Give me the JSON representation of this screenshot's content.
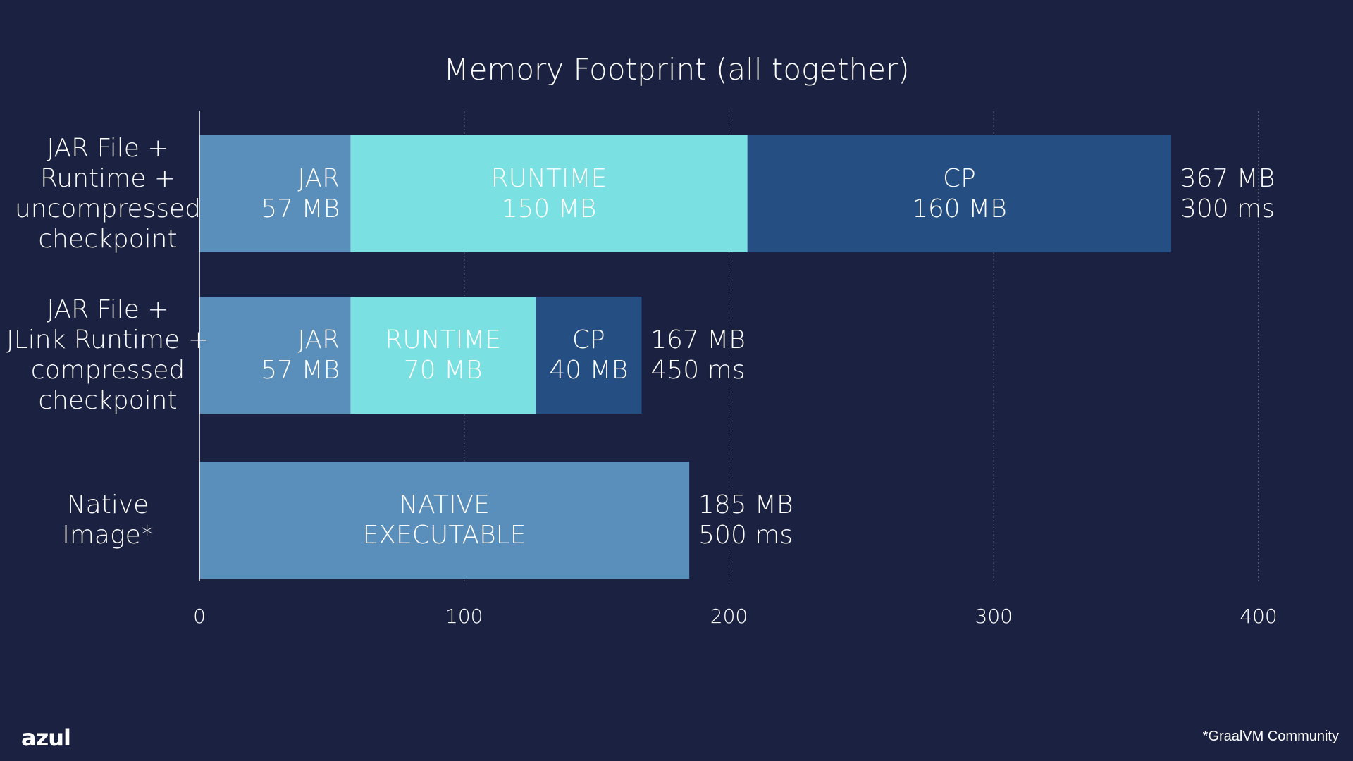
{
  "chart_data": {
    "type": "bar",
    "orientation": "horizontal",
    "stacked": true,
    "title": "Memory Footprint (all together)",
    "xlim": [
      0,
      400
    ],
    "xticks": [
      0,
      100,
      200,
      300,
      400
    ],
    "xtick_labels": [
      "0",
      "100",
      "200",
      "300",
      "400"
    ],
    "grid": "vertical-dotted",
    "rows": [
      {
        "category_lines": [
          "JAR File +",
          "Runtime +",
          "uncompressed",
          "checkpoint"
        ],
        "segments": [
          {
            "lines": [
              "JAR",
              "57 MB"
            ],
            "value": 57,
            "color": "#5a8fbc"
          },
          {
            "lines": [
              "RUNTIME",
              "150 MB"
            ],
            "value": 150,
            "color": "#7be0e1"
          },
          {
            "lines": [
              "CP",
              "160 MB"
            ],
            "value": 160,
            "color": "#254e83"
          }
        ],
        "total_lines": [
          "367 MB",
          "300 ms"
        ]
      },
      {
        "category_lines": [
          "JAR File +",
          "JLink Runtime +",
          "compressed",
          "checkpoint"
        ],
        "segments": [
          {
            "lines": [
              "JAR",
              "57 MB"
            ],
            "value": 57,
            "color": "#5a8fbc"
          },
          {
            "lines": [
              "RUNTIME",
              "70 MB"
            ],
            "value": 70,
            "color": "#7be0e1"
          },
          {
            "lines": [
              "CP",
              "40 MB"
            ],
            "value": 40,
            "color": "#254e83"
          }
        ],
        "total_lines": [
          "167 MB",
          "450 ms"
        ]
      },
      {
        "category_lines": [
          "Native",
          "Image*"
        ],
        "segments": [
          {
            "lines": [
              "NATIVE",
              "EXECUTABLE"
            ],
            "value": 185,
            "color": "#5a8fbc"
          }
        ],
        "total_lines": [
          "185 MB",
          "500 ms"
        ]
      }
    ]
  },
  "brand": {
    "logo_text": "azul"
  },
  "footnote": "*GraalVM  Community",
  "colors": {
    "background": "#1b2140",
    "text": "#ffffff",
    "grid": "#8a90a8"
  }
}
